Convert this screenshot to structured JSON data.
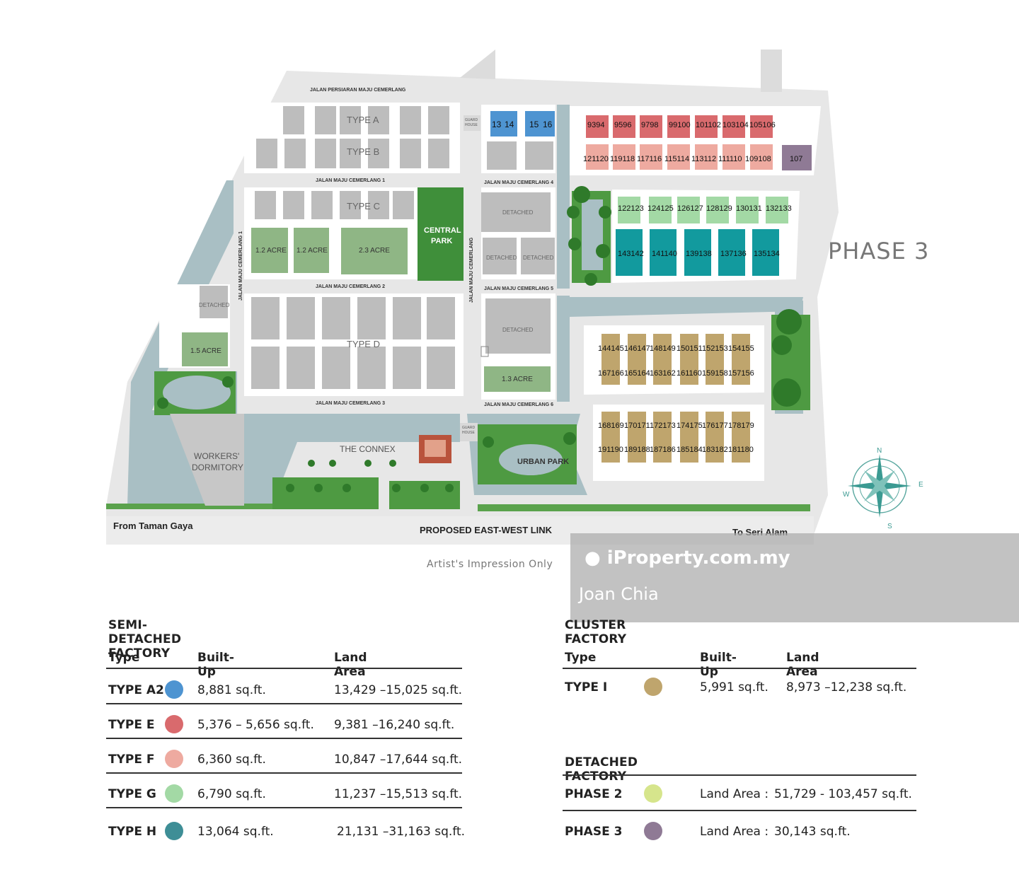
{
  "map": {
    "phase_label": "PHASE 3",
    "caption": "Artist's Impression Only",
    "roads": {
      "top": "JALAN PERSIARAN MAJU CEMERLANG",
      "r1": "JALAN MAJU CEMERLANG 1",
      "r2": "JALAN MAJU CEMERLANG 2",
      "r3": "JALAN MAJU CEMERLANG 3",
      "r4": "JALAN MAJU CEMERLANG 4",
      "r5": "JALAN MAJU CEMERLANG 5",
      "r6": "JALAN MAJU CEMERLANG 6",
      "v1": "JALAN MAJU CEMERLANG 1",
      "v2": "JALAN MAJU CEMERLANG"
    },
    "areas": {
      "type_a": "TYPE A",
      "type_b": "TYPE B",
      "type_c": "TYPE C",
      "type_d": "TYPE D",
      "central_park_1": "CENTRAL",
      "central_park_2": "PARK",
      "acre_12a": "1.2 ACRE",
      "acre_12b": "1.2 ACRE",
      "acre_23": "2.3 ACRE",
      "acre_15": "1.5 ACRE",
      "acre_13": "1.3 ACRE",
      "detached": "DETACHED",
      "guard_house_1": "GUARD",
      "guard_house_2": "HOUSE",
      "the_connex": "THE CONNEX",
      "urban_park": "URBAN PARK",
      "workers_1": "WORKERS'",
      "workers_2": "DORMITORY",
      "from_taman": "From Taman Gaya",
      "east_west": "PROPOSED EAST-WEST LINK",
      "to_seri": "To Seri Alam"
    },
    "compass": {
      "n": "N",
      "e": "E",
      "s": "S",
      "w": "W"
    },
    "lots": {
      "a2": [
        "13",
        "14",
        "15",
        "16"
      ],
      "e": [
        "9394",
        "9596",
        "9798",
        "99100",
        "101102",
        "103104",
        "105106"
      ],
      "f": [
        "121120",
        "119118",
        "117116",
        "115114",
        "113112",
        "111110",
        "109108"
      ],
      "p3": "107",
      "g": [
        "122123",
        "124125",
        "126127",
        "128129",
        "130131",
        "132133"
      ],
      "h": [
        "143142",
        "141140",
        "139138",
        "137136",
        "135134"
      ],
      "i_r1": [
        "144145",
        "146147",
        "148149",
        "150151",
        "152153",
        "154155"
      ],
      "i_r2": [
        "167166",
        "165164",
        "163162",
        "161160",
        "159158",
        "157156"
      ],
      "i_r3": [
        "168169",
        "170171",
        "172173",
        "174175",
        "176177",
        "178179"
      ],
      "i_r4": [
        "191190",
        "189188",
        "187186",
        "185184",
        "183182",
        "181180"
      ]
    },
    "colors": {
      "a2": "#4e94d1",
      "e": "#d96a6d",
      "f": "#eeaaa0",
      "g": "#a3d9a5",
      "h": "#129a9e",
      "i": "#bfa56d",
      "p2": "#d6e58c",
      "p3": "#8f7a95",
      "plot": "#bdbdbd",
      "road": "#e4e4e4",
      "water": "#a9bfc4",
      "park": "#3f8f3a"
    }
  },
  "watermark": {
    "brand": "iProperty.com.my",
    "agent": "Joan Chia"
  },
  "semi_detached": {
    "title": "SEMI-DETACHED FACTORY",
    "headers": {
      "type": "Type",
      "built_up": "Built-Up",
      "land": "Land Area"
    },
    "rows": [
      {
        "type": "TYPE A2",
        "built_up": "8,881 sq.ft.",
        "land": "13,429 –15,025 sq.ft.",
        "color": "#4e94d1"
      },
      {
        "type": "TYPE E",
        "built_up": "5,376 – 5,656 sq.ft.",
        "land": "9,381 –16,240 sq.ft.",
        "color": "#d96a6d"
      },
      {
        "type": "TYPE F",
        "built_up": "6,360 sq.ft.",
        "land": "10,847 –17,644 sq.ft.",
        "color": "#eeaaa0"
      },
      {
        "type": "TYPE G",
        "built_up": "6,790 sq.ft.",
        "land": "11,237 –15,513 sq.ft.",
        "color": "#a3d9a5"
      },
      {
        "type": "TYPE H",
        "built_up": "13,064 sq.ft.",
        "land": "21,131 –31,163 sq.ft.",
        "color": "#3e8e96"
      }
    ]
  },
  "cluster": {
    "title": "CLUSTER FACTORY",
    "headers": {
      "type": "Type",
      "built_up": "Built-Up",
      "land": "Land Area"
    },
    "rows": [
      {
        "type": "TYPE I",
        "built_up": "5,991 sq.ft.",
        "land": "8,973 –12,238 sq.ft.",
        "color": "#bfa56d"
      }
    ]
  },
  "detached_factory": {
    "title": "DETACHED FACTORY",
    "rows": [
      {
        "type": "PHASE 2",
        "label": "Land Area :",
        "land": "51,729 - 103,457 sq.ft.",
        "color": "#d6e58c"
      },
      {
        "type": "PHASE 3",
        "label": "Land Area :",
        "land": "30,143 sq.ft.",
        "color": "#8f7a95"
      }
    ]
  }
}
